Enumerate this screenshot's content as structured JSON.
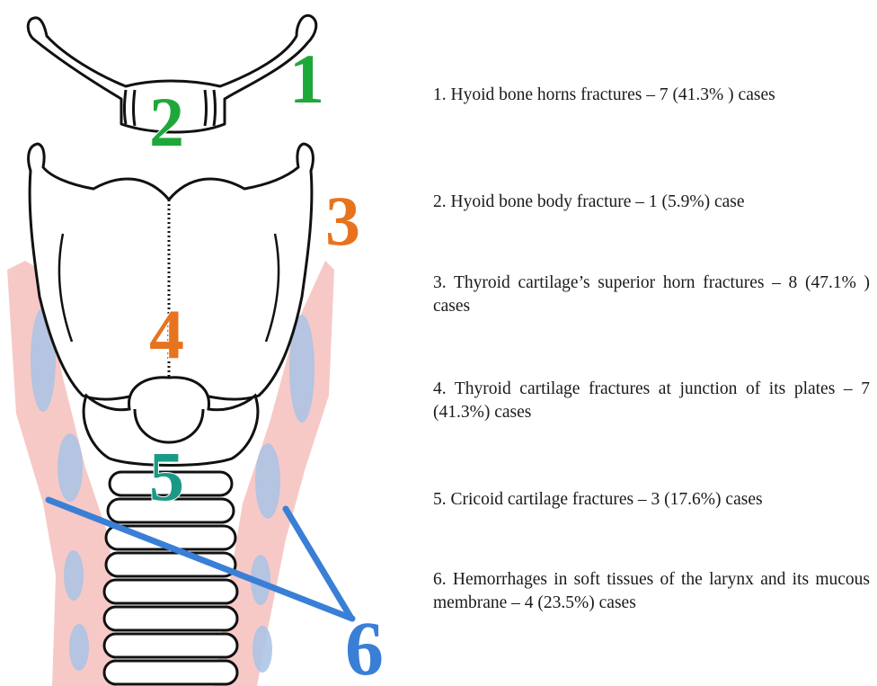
{
  "colors": {
    "green": "#1fa83a",
    "orange": "#e8731e",
    "teal": "#1a9a86",
    "blue": "#3a7fd6",
    "soft_tissue": "#f6c9c7",
    "vessel": "#a9c4e6",
    "outline": "#111111"
  },
  "markers": {
    "m1": "1",
    "m2": "2",
    "m3": "3",
    "m4": "4",
    "m5": "5",
    "m6": "6"
  },
  "legend": [
    {
      "text": "1. Hyoid bone horns fractures – 7 (41.3% ) cases"
    },
    {
      "text": "2. Hyoid bone body fracture  – 1 (5.9%) case"
    },
    {
      "text": "3. Thyroid cartilage’s superior horn fractures – 8 (47.1% ) cases"
    },
    {
      "text": "4. Thyroid cartilage fractures at junction of its plates  – 7 (41.3%) cases"
    },
    {
      "text": "5. Cricoid cartilage fractures – 3 (17.6%) cases"
    },
    {
      "text": "6. Hemorrhages in soft tissues of the larynx and its mucous membrane – 4 (23.5%) cases"
    }
  ]
}
